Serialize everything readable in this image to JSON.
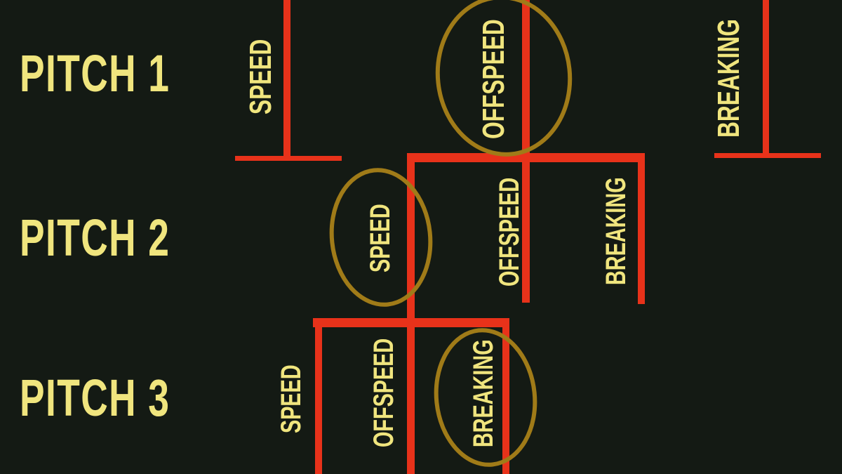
{
  "colors": {
    "background": "#141a14",
    "text": "#f0e57e",
    "line": "#e8321a",
    "circle": "#a07b18"
  },
  "rows": [
    {
      "label": "PITCH 1",
      "options": [
        "SPEED",
        "OFFSPEED",
        "BREAKING"
      ],
      "selected": "OFFSPEED"
    },
    {
      "label": "PITCH 2",
      "options": [
        "SPEED",
        "OFFSPEED",
        "BREAKING"
      ],
      "selected": "SPEED"
    },
    {
      "label": "PITCH 3",
      "options": [
        "SPEED",
        "OFFSPEED",
        "BREAKING"
      ],
      "selected": "BREAKING"
    }
  ]
}
